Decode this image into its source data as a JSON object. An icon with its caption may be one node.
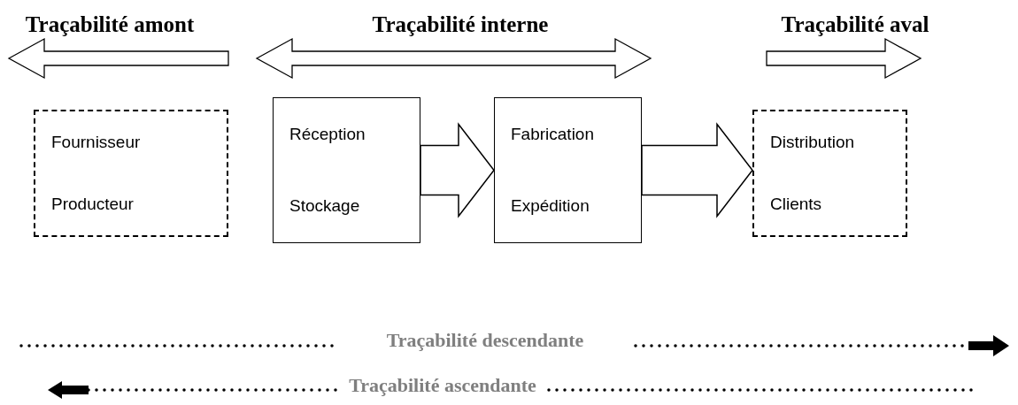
{
  "diagram": {
    "nodes": [
      {
        "text": [
          "Fournisseur",
          "Producteur"
        ]
      },
      {
        "text": [
          "Réception",
          "Stockage"
        ]
      },
      {
        "text": [
          "Fabrication",
          "Expédition"
        ]
      },
      {
        "text": [
          "Distribution",
          "Clients"
        ]
      }
    ],
    "edges": [
      {
        "from": 1,
        "to": 2,
        "arrow": "to"
      },
      {
        "from": 2,
        "to": 3,
        "arrow": "to"
      }
    ],
    "labels": [
      "Traçabilité amont",
      "Traçabilité interne",
      "Traçabilité aval",
      "Traçabilité descendante",
      "Traçabilité ascendante"
    ]
  }
}
